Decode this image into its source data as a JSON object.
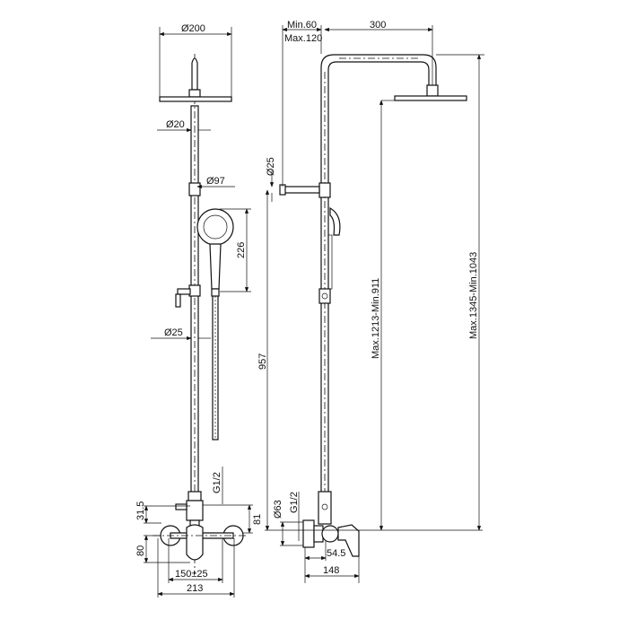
{
  "front_view": {
    "head_diameter": "Ø200",
    "arm_diameter": "Ø20",
    "handshower_diameter": "Ø97",
    "handshower_length": "226",
    "rail_diameter": "Ø25",
    "inlet_thread": "G1/2",
    "inlet_offset": "31.5",
    "mixer_height": "80",
    "mixer_to_inlet": "81",
    "center_distance": "150±25",
    "overall_width": "213"
  },
  "side_view": {
    "wall_min": "Min.60",
    "wall_max": "Max.120",
    "arm_reach": "300",
    "bracket_diameter": "Ø25",
    "rail_height": "957",
    "head_height": "Max.1213-Min.911",
    "overall_height": "Max.1345-Min.1043",
    "escutcheon_diameter": "Ø63",
    "inlet_thread": "G1/2",
    "mixer_depth_inner": "54.5",
    "mixer_depth": "148"
  }
}
